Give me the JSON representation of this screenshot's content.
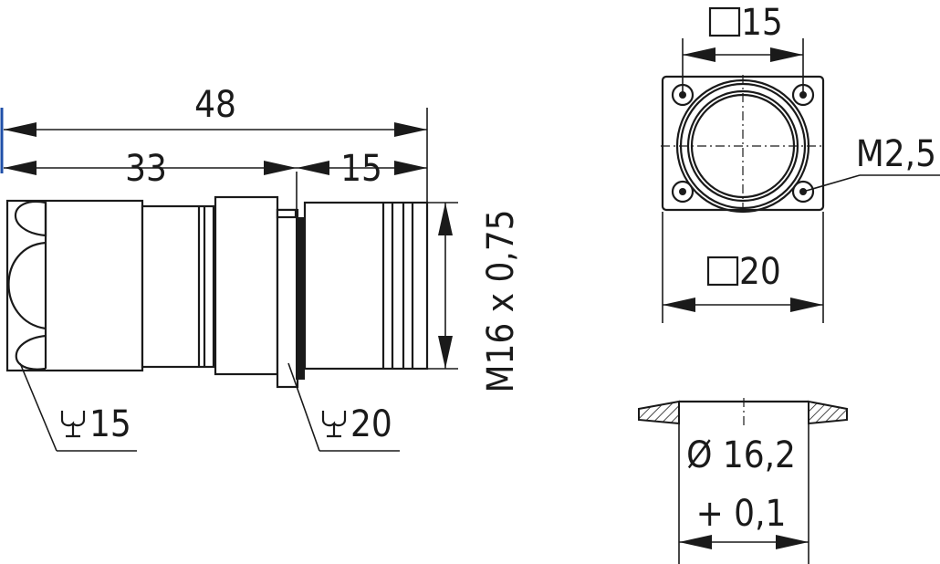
{
  "side_view": {
    "dim_total_length": "48",
    "dim_body_length": "33",
    "dim_thread_length": "15",
    "dim_thread": "M16 x 0,75",
    "wrench_nut": "15",
    "wrench_housing": "20"
  },
  "front_view": {
    "dim_hole_spacing": "15",
    "dim_flange_width": "20",
    "dim_screw": "M2,5"
  },
  "panel_cutout": {
    "dim_diameter": "Ø 16,2",
    "dim_tolerance": "+ 0,1"
  },
  "colors": {
    "line": "#1a1a1a",
    "edge_accent": "#1f4fa8"
  },
  "icons": [
    "wrench-icon"
  ]
}
